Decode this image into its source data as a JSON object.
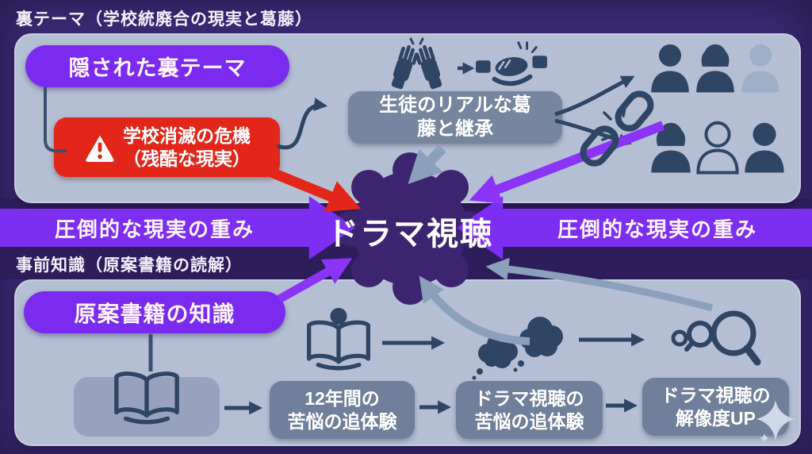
{
  "header": {
    "top_label": "裏テーマ（学校統廃合の現実と葛藤）",
    "middle_label": "事前知識（原案書籍の読解）"
  },
  "top_panel": {
    "hidden_theme_pill": "隠された裏テーマ",
    "crisis_line1": "学校消滅の危機",
    "crisis_line2": "（残酷な現実）",
    "student_line1": "生徒のリアルな葛",
    "student_line2": "藤と継承"
  },
  "weight_bars": {
    "left_label": "圧倒的な現実の重み",
    "right_label": "圧倒的な現実の重み"
  },
  "center_hub": {
    "label": "ドラマ視聴"
  },
  "bottom_panel": {
    "knowledge_pill": "原案書籍の知識",
    "step_boxes": [
      {
        "line1": "12年間の",
        "line2": "苦悩の追体験"
      },
      {
        "line1": "ドラマ視聴の",
        "line2": "苦悩の追体験"
      },
      {
        "line1": "ドラマ視聴の",
        "line2": "解像度UP"
      }
    ]
  },
  "icons": {
    "warning": "warning-triangle",
    "clapping_hands": "hands-meeting",
    "handshake": "handshake",
    "broken_chain": "broken-chain-link",
    "people_groups": "person-silhouettes",
    "open_book": "open-book",
    "reader": "person-reading-book",
    "thought_clouds": "thought-bubbles",
    "magnifiers": "magnifying-glasses",
    "sparkle": "four-point-star"
  },
  "colors": {
    "background": "#3b2a77",
    "mid_band": "#2e1d5b",
    "panel": "#b5bfd4",
    "pill_purple": "#7b2bef",
    "bar_purple": "#7c2ff2",
    "alert_red": "#e3261a",
    "slate_box": "#70809b",
    "hub_purple": "#3d2470",
    "icon_navy": "#2e4563",
    "gray_arrow": "#8ba0bb"
  }
}
